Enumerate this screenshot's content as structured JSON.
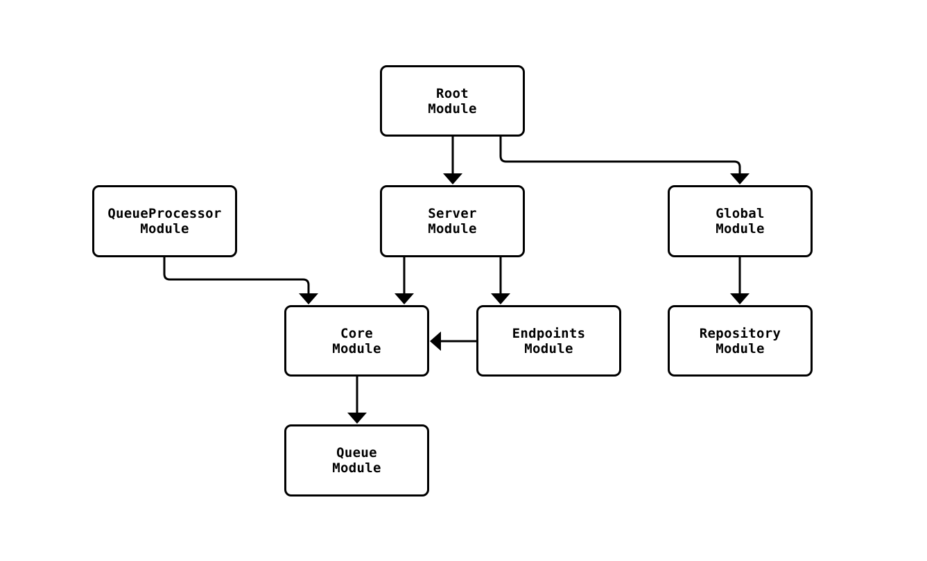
{
  "diagram": {
    "type": "flowchart-top-down",
    "background_color": "#ffffff",
    "node_fill_color": "#ffffff",
    "node_border_color": "#000000",
    "edge_color": "#000000",
    "text_color": "#000000",
    "nodes": [
      {
        "id": "root",
        "label": "Root\nModule"
      },
      {
        "id": "queueprocessor",
        "label": "QueueProcessor\nModule"
      },
      {
        "id": "server",
        "label": "Server\nModule"
      },
      {
        "id": "global",
        "label": "Global\nModule"
      },
      {
        "id": "core",
        "label": "Core\nModule"
      },
      {
        "id": "endpoints",
        "label": "Endpoints\nModule"
      },
      {
        "id": "repository",
        "label": "Repository\nModule"
      },
      {
        "id": "queue",
        "label": "Queue\nModule"
      }
    ],
    "edges": [
      {
        "from": "Root Module",
        "to": "Server Module"
      },
      {
        "from": "Root Module",
        "to": "Global Module"
      },
      {
        "from": "QueueProcessor Module",
        "to": "Core Module"
      },
      {
        "from": "Server Module",
        "to": "Core Module"
      },
      {
        "from": "Server Module",
        "to": "Endpoints Module"
      },
      {
        "from": "Endpoints Module",
        "to": "Core Module"
      },
      {
        "from": "Global Module",
        "to": "Repository Module"
      },
      {
        "from": "Core Module",
        "to": "Queue Module"
      }
    ]
  }
}
